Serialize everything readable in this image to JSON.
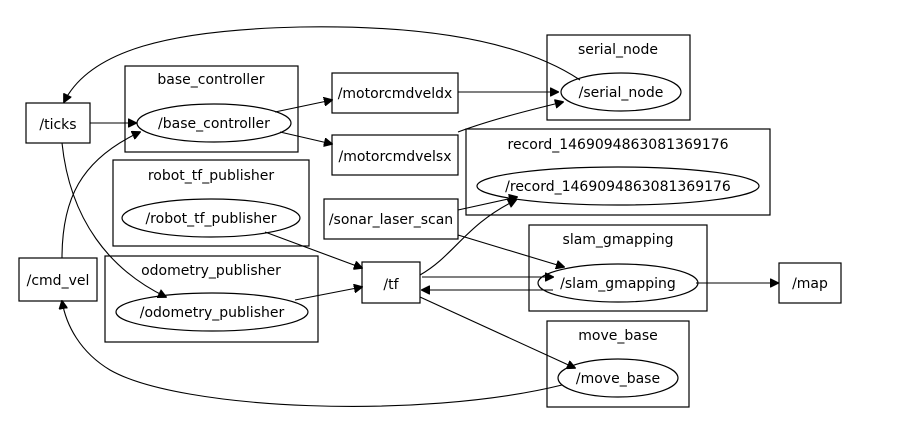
{
  "graph": {
    "clusters": {
      "serial_node": "serial_node",
      "base_controller": "base_controller",
      "record": "record_1469094863081369176",
      "robot_tf_publisher": "robot_tf_publisher",
      "odometry_publisher": "odometry_publisher",
      "slam_gmapping": "slam_gmapping",
      "move_base": "move_base"
    },
    "nodes": {
      "ticks": "/ticks",
      "base_controller": "/base_controller",
      "motorcmdveldx": "/motorcmdveldx",
      "motorcmdvelsx": "/motorcmdvelsx",
      "serial_node": "/serial_node",
      "record": "/record_1469094863081369176",
      "robot_tf_publisher": "/robot_tf_publisher",
      "sonar_laser_scan": "/sonar_laser_scan",
      "cmd_vel": "/cmd_vel",
      "odometry_publisher": "/odometry_publisher",
      "tf": "/tf",
      "slam_gmapping": "/slam_gmapping",
      "map": "/map",
      "move_base": "/move_base"
    }
  }
}
